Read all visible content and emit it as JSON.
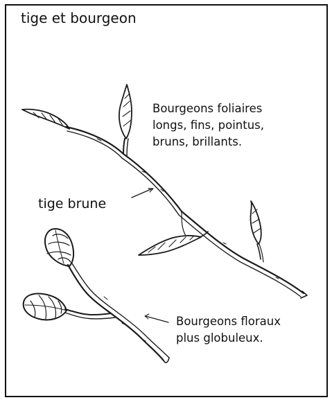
{
  "figure": {
    "title": "tige et bourgeon",
    "leaf_buds_text": [
      "Bourgeons foliaires",
      "longs, fins, pointus,",
      "bruns, brillants."
    ],
    "stem_label": "tige brune",
    "flower_buds_text": [
      "Bourgeons floraux",
      "plus globuleux."
    ]
  }
}
